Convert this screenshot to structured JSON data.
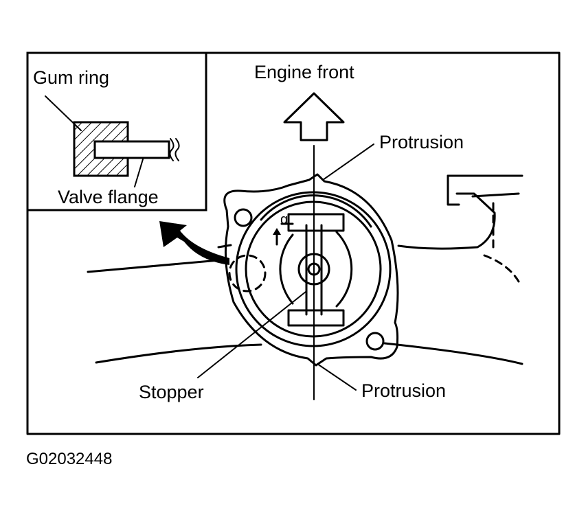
{
  "labels": {
    "gum_ring": "Gum ring",
    "valve_flange": "Valve flange",
    "engine_front": "Engine front",
    "protrusion_top": "Protrusion",
    "protrusion_bottom": "Protrusion",
    "stopper": "Stopper",
    "figure_code": "G02032448"
  },
  "colors": {
    "ink": "#000000",
    "paper": "#ffffff"
  },
  "icons": {
    "direction_arrow": "up-arrow-outline",
    "callout_arrow": "curved-arrow"
  }
}
